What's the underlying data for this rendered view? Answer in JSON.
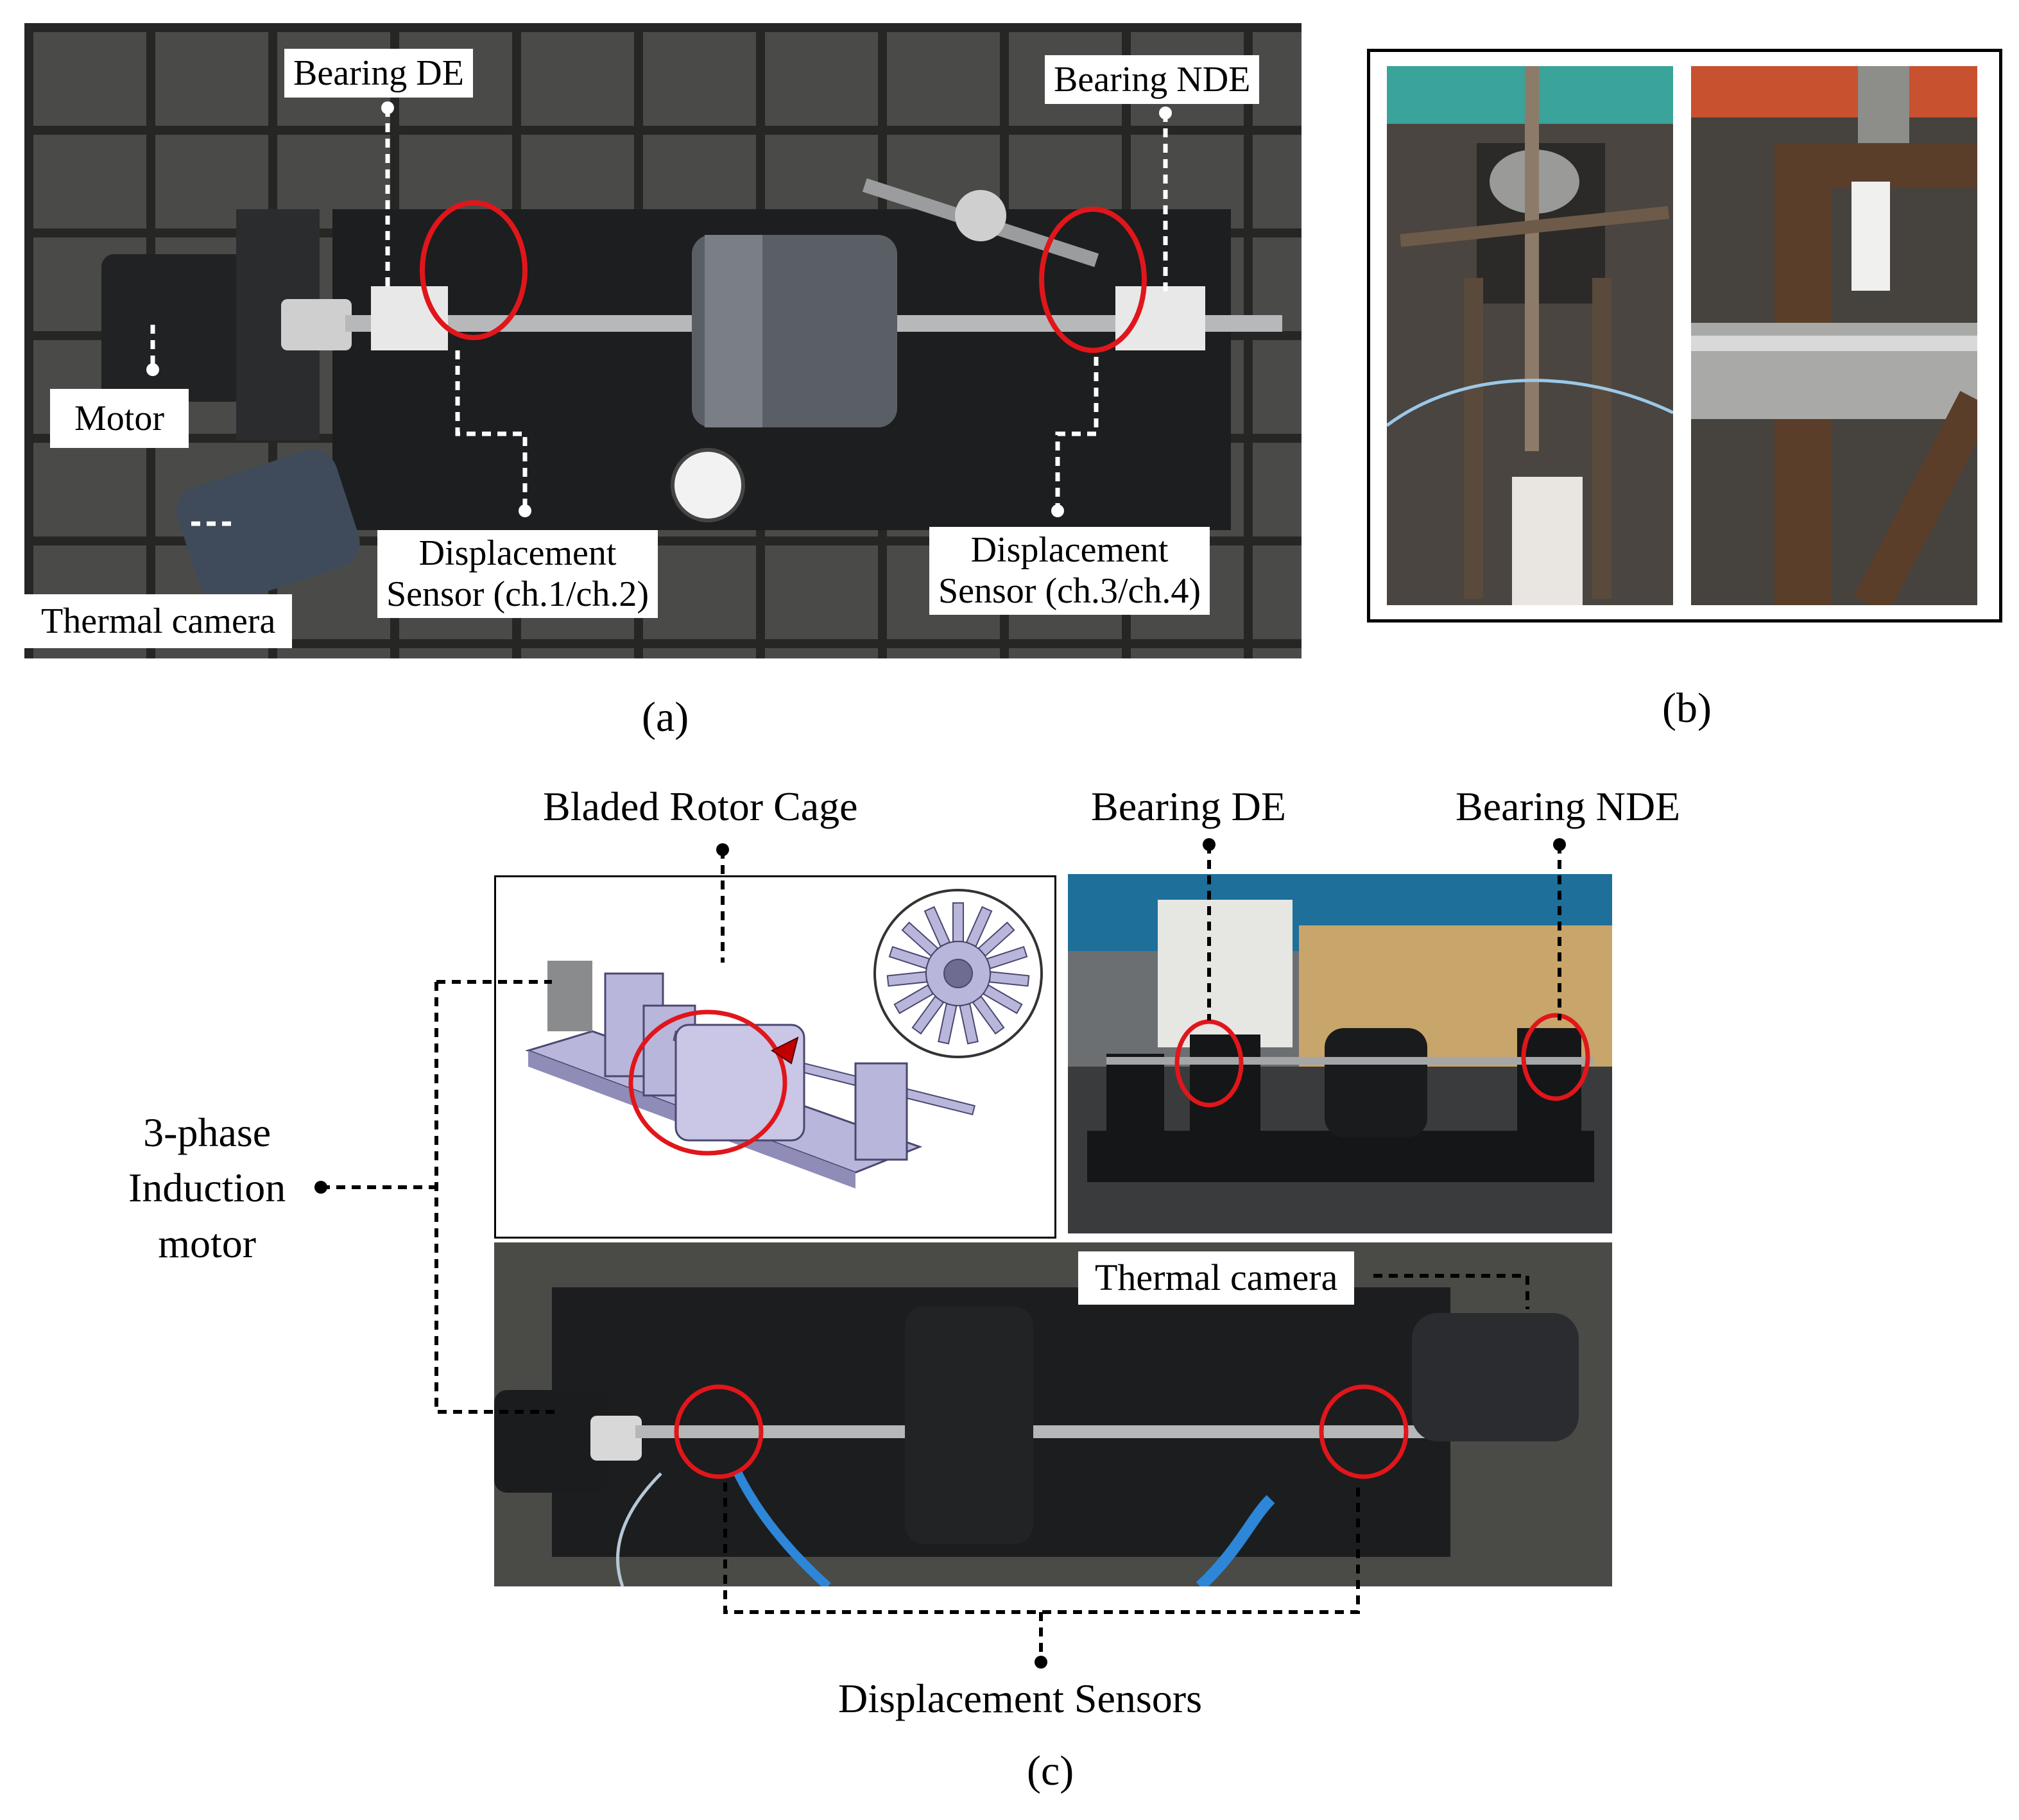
{
  "panel_a": {
    "letter": "(a)",
    "labels": {
      "bearing_de": "Bearing DE",
      "bearing_nde": "Bearing NDE",
      "motor": "Motor",
      "thermal_camera": "Thermal camera",
      "sensor_12_line1": "Displacement",
      "sensor_12_line2": "Sensor (ch.1/ch.2)",
      "sensor_34_line1": "Displacement",
      "sensor_34_line2": "Sensor (ch.3/ch.4)"
    }
  },
  "panel_b": {
    "letter": "(b)"
  },
  "panel_c": {
    "letter": "(c)",
    "labels": {
      "bladed_rotor_cage": "Bladed Rotor Cage",
      "bearing_de": "Bearing DE",
      "bearing_nde": "Bearing NDE",
      "motor_line1": "3-phase",
      "motor_line2": "Induction",
      "motor_line3": "motor",
      "thermal_camera": "Thermal camera",
      "displacement_sensors": "Displacement Sensors"
    }
  },
  "colors": {
    "highlight_circle": "#e0161b",
    "photo_dark": "#2b2d2e",
    "rig_metal": "#1a1b1c",
    "cad_part": "#b9b6dc"
  }
}
